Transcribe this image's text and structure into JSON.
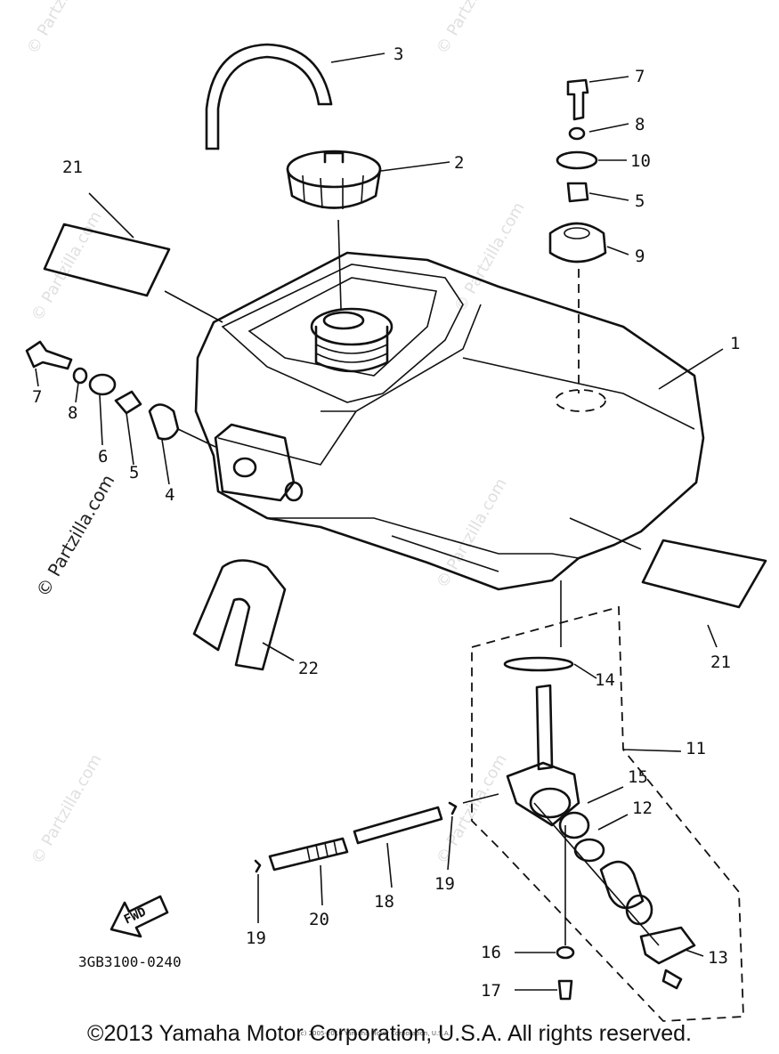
{
  "watermarks": {
    "vertical_main": "© Partzilla.com",
    "repeat": "© Partzilla.com"
  },
  "callouts": {
    "c1": "1",
    "c2": "2",
    "c3": "3",
    "c4": "4",
    "c5a": "5",
    "c5b": "5",
    "c6": "6",
    "c7a": "7",
    "c7b": "7",
    "c8a": "8",
    "c8b": "8",
    "c9": "9",
    "c10": "10",
    "c11": "11",
    "c12": "12",
    "c13": "13",
    "c14": "14",
    "c15": "15",
    "c16": "16",
    "c17": "17",
    "c18": "18",
    "c19a": "19",
    "c19b": "19",
    "c20": "20",
    "c21a": "21",
    "c21b": "21",
    "c22": "22"
  },
  "fwd_label": "FWD",
  "diagram_code": "3GB3100-0240",
  "small_notice": "(c) 2005-2016 Yamaha Motor Corporation, U.S.A.",
  "copyright": "©2013 Yamaha Motor Corporation, U.S.A. All rights reserved."
}
